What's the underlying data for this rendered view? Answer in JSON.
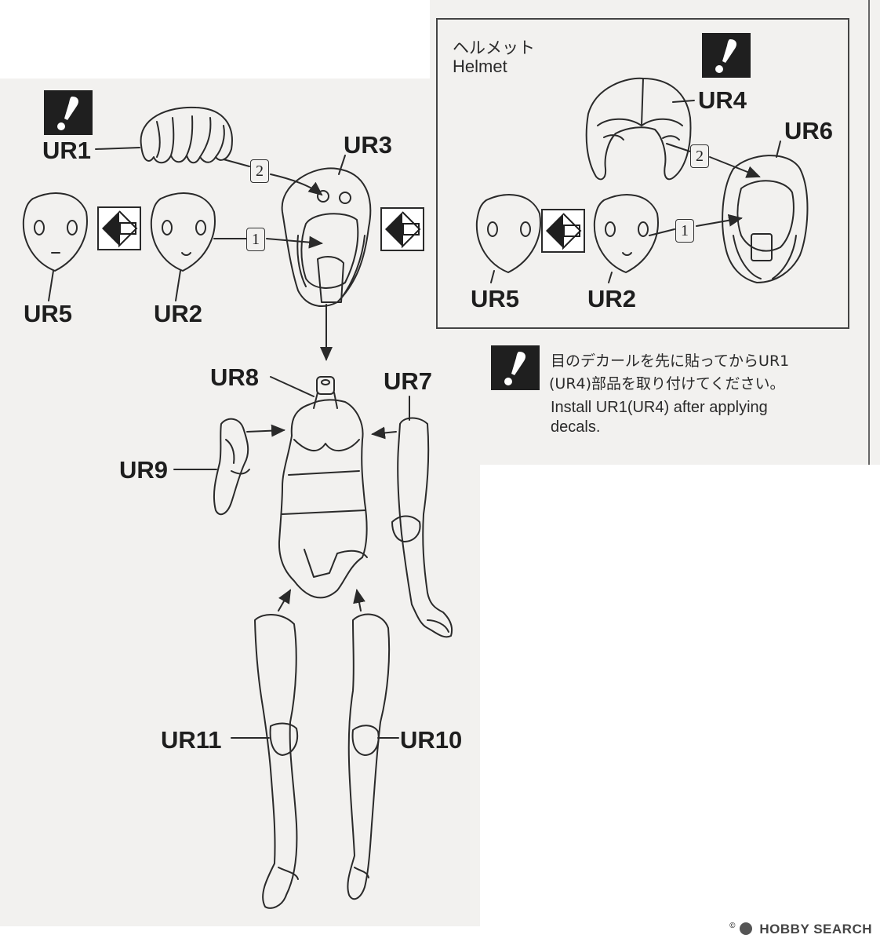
{
  "helmet_panel": {
    "title_jp": "ヘルメット",
    "title_en": "Helmet"
  },
  "parts": {
    "ur1": "UR1",
    "ur2_left": "UR2",
    "ur3": "UR3",
    "ur5_left": "UR5",
    "ur4": "UR4",
    "ur6": "UR6",
    "ur5_right": "UR5",
    "ur2_right": "UR2",
    "ur8": "UR8",
    "ur7": "UR7",
    "ur9": "UR9",
    "ur11": "UR11",
    "ur10": "UR10"
  },
  "steps": {
    "left_step1": "1",
    "left_step2": "2",
    "right_step1": "1",
    "right_step2": "2"
  },
  "note": {
    "jp_line1": "目のデカールを先に貼ってからUR1",
    "jp_line2": "(UR4)部品を取り付けてください。",
    "en_line1": "Install UR1(UR4) after applying",
    "en_line2": "decals."
  },
  "icons": [
    "attention-icon",
    "swap-arrows-icon"
  ],
  "footer": {
    "brand": "HOBBY SEARCH",
    "symbol": "©"
  },
  "colors": {
    "ink": "#1e1e1e",
    "paper": "#f2f1ef",
    "background": "#ffffff"
  }
}
